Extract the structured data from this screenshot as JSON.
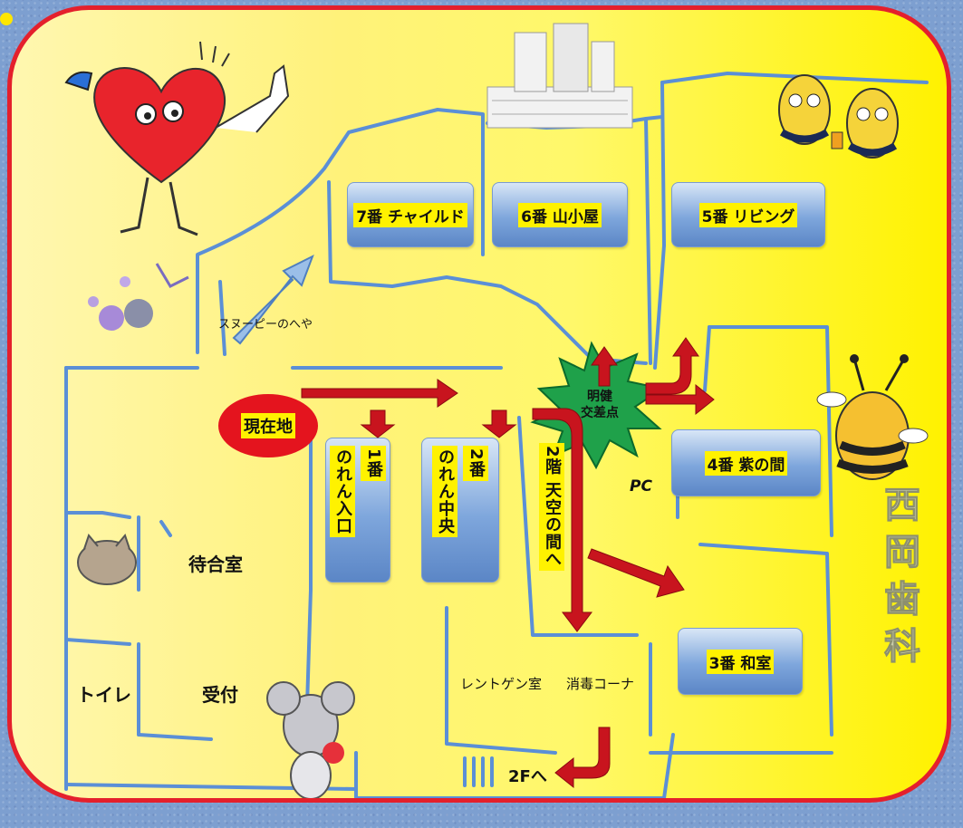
{
  "map": {
    "current_location": "現在地",
    "rooms": {
      "room7": "7番 チャイルド",
      "room6": "6番 山小屋",
      "room5": "5番 リビング",
      "room4": "4番 紫の間",
      "room3": "3番 和室",
      "room1_num": "1番",
      "room1_name": "のれん入口",
      "room2_num": "2番",
      "room2_name": "のれん中央"
    },
    "stairs_label": "2階 天空の間へ",
    "junction_label": "明健\n交差点",
    "labels": {
      "snoopy_room": "スヌーピーのへや",
      "waiting_room": "待合室",
      "toilet": "トイレ",
      "reception": "受付",
      "xray_room": "レントゲン室",
      "sterilization": "消毒コーナ",
      "pc": "PC",
      "to_2f": "2Fへ"
    },
    "clinic_sign": "西岡歯科",
    "colors": {
      "border": "#e4202c",
      "arrow": "#c8141e",
      "walls": "#5b8fd6",
      "label_bg": "#fff200",
      "burst": "#1fa14a"
    }
  }
}
